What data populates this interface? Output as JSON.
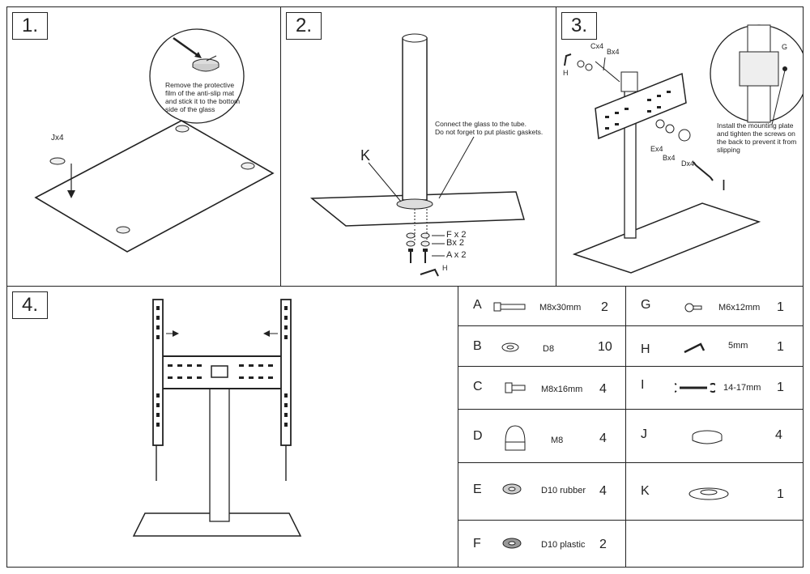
{
  "step1": {
    "number": "1.",
    "note": [
      "Remove the protective",
      "film of the anti-slip mat",
      "and stick it to the bottom",
      "side of the glass"
    ],
    "label_j": "Jx4"
  },
  "step2": {
    "number": "2.",
    "note": [
      "Connect the glass to the tube.",
      "Do not forget to put plastic gaskets."
    ],
    "label_k": "K",
    "label_f": "F x 2",
    "label_b": "Bx 2",
    "label_a": "A x 2",
    "label_h": "H"
  },
  "step3": {
    "number": "3.",
    "label_c": "Cx4",
    "label_b": "Bx4",
    "label_h": "H",
    "label_e": "Ex4",
    "label_b2": "Bx4",
    "label_d": "Dx4",
    "label_i": "I",
    "label_g": "G",
    "note": [
      "Install the mounting plate",
      " and tighten the  screws on",
      "the back to prevent it  from",
      "slipping"
    ]
  },
  "step4": {
    "number": "4."
  },
  "parts_left": [
    {
      "letter": "A",
      "size": "M8x30mm",
      "qty": "2",
      "icon": "bolt-long-icon"
    },
    {
      "letter": "B",
      "size": "D8",
      "qty": "10",
      "icon": "washer-icon"
    },
    {
      "letter": "C",
      "size": "M8x16mm",
      "qty": "4",
      "icon": "bolt-short-icon"
    },
    {
      "letter": "D",
      "size": "M8",
      "qty": "4",
      "icon": "cap-nut-icon"
    },
    {
      "letter": "E",
      "size": "D10  rubber",
      "qty": "4",
      "icon": "rubber-gasket-icon"
    },
    {
      "letter": "F",
      "size": "D10   plastic",
      "qty": "2",
      "icon": "plastic-gasket-icon"
    }
  ],
  "parts_right": [
    {
      "letter": "G",
      "size": "M6x12mm",
      "qty": "1",
      "icon": "screw-icon"
    },
    {
      "letter": "H",
      "size": "5mm",
      "qty": "1",
      "icon": "allen-key-icon"
    },
    {
      "letter": "I",
      "size": "14-17mm",
      "qty": "1",
      "icon": "wrench-icon"
    },
    {
      "letter": "J",
      "size": "",
      "qty": "4",
      "icon": "anti-slip-mat-icon"
    },
    {
      "letter": "K",
      "size": "",
      "qty": "1",
      "icon": "tube-ring-icon"
    }
  ]
}
